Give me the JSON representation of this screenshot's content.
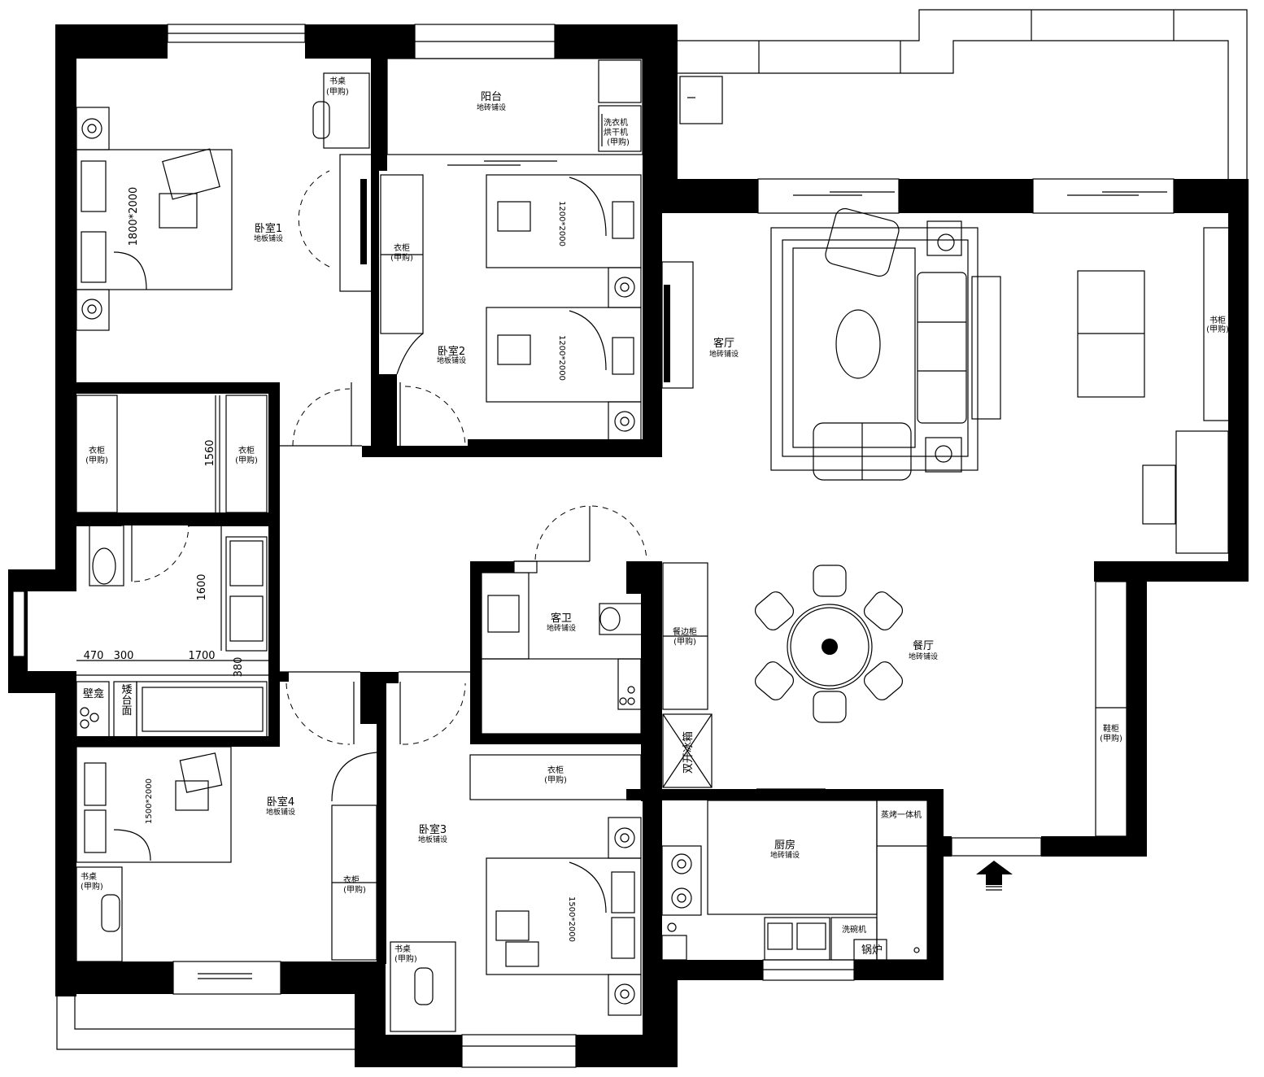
{
  "rooms": {
    "bedroom1": {
      "name": "卧室1",
      "floor": "地板铺设"
    },
    "bedroom2": {
      "name": "卧室2",
      "floor": "地板铺设"
    },
    "bedroom3": {
      "name": "卧室3",
      "floor": "地板铺设"
    },
    "bedroom4": {
      "name": "卧室4",
      "floor": "地板铺设"
    },
    "balcony": {
      "name": "阳台",
      "floor": "地砖铺设"
    },
    "living": {
      "name": "客厅",
      "floor": "地砖铺设"
    },
    "dining": {
      "name": "餐厅",
      "floor": "地砖铺设"
    },
    "guest_bath": {
      "name": "客卫",
      "floor": "地砖铺设"
    },
    "kitchen": {
      "name": "厨房",
      "floor": "地砖铺设"
    }
  },
  "furniture": {
    "desk": "书桌",
    "owner_buy": "(甲购)",
    "wardrobe": "衣柜",
    "washer": "洗衣机",
    "dryer": "烘干机",
    "bookcase": "书柜",
    "sideboard": "餐边柜",
    "shoe_cabinet": "鞋柜",
    "fridge": "双开冰箱",
    "steam_oven": "蒸烤一体机",
    "dishwasher": "洗碗机",
    "boiler": "锅炉",
    "wall_bench": "壁龛",
    "low_counter": "矮台面"
  },
  "beds": {
    "master": "1800*2000",
    "twin_a": "1200*2000",
    "twin_b": "1200*2000",
    "bed3": "1500*2000",
    "bed4": "1500*2000"
  },
  "dimensions": {
    "d1560": "1560",
    "d1600": "1600",
    "d470": "470",
    "d300": "300",
    "d1700": "1700",
    "d380": "380"
  },
  "colors": {
    "line": "#000000",
    "background": "#ffffff"
  }
}
